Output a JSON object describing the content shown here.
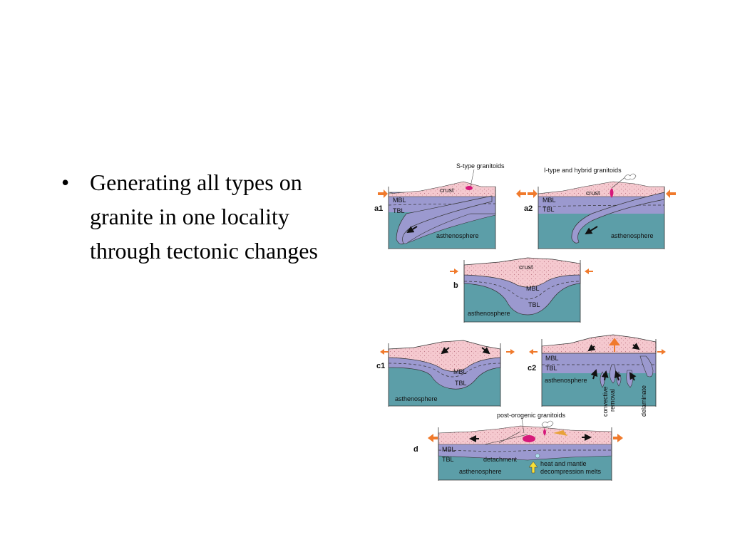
{
  "slide": {
    "bullets": [
      "Generating all types on granite in one locality through tectonic changes"
    ]
  },
  "figure": {
    "colors": {
      "crust": "#f5c9cf",
      "mantle_lid": "#9b99cf",
      "asthenosphere": "#5c9ea8",
      "arrow": "#f07a2c",
      "granite": "#d6187a"
    },
    "panels": [
      {
        "id": "a1",
        "label": "a1",
        "title": "S-type granitoids",
        "texts": [
          "crust",
          "MBL",
          "TBL",
          "asthenosphere"
        ]
      },
      {
        "id": "a2",
        "label": "a2",
        "title": "I-type and hybrid granitoids",
        "texts": [
          "crust",
          "MBL",
          "TBL",
          "asthenosphere"
        ]
      },
      {
        "id": "b",
        "label": "b",
        "texts": [
          "crust",
          "MBL",
          "TBL",
          "asthenosphere"
        ]
      },
      {
        "id": "c1",
        "label": "c1",
        "texts": [
          "MBL",
          "TBL",
          "asthenosphere"
        ]
      },
      {
        "id": "c2",
        "label": "c2",
        "texts": [
          "MBL",
          "TBL",
          "asthenosphere",
          "convective",
          "removal",
          "delaminate"
        ]
      },
      {
        "id": "d",
        "label": "d",
        "title": "post-orogenic granitoids",
        "texts": [
          "MBL",
          "TBL",
          "asthenosphere",
          "detachment",
          "heat and mantle",
          "decompression melts"
        ]
      }
    ]
  }
}
